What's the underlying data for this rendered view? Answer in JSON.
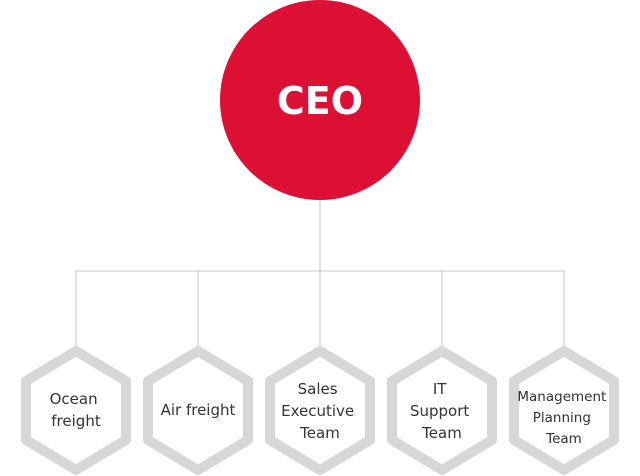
{
  "ceo": {
    "label": "CEO",
    "color": "#dc1034"
  },
  "teams": [
    {
      "id": "ocean-freight",
      "lines": [
        "Ocean",
        "freight"
      ]
    },
    {
      "id": "air-freight",
      "lines": [
        "Air freight"
      ]
    },
    {
      "id": "sales-executive-team",
      "lines": [
        "Sales",
        "Executive",
        "Team"
      ]
    },
    {
      "id": "it-support-team",
      "lines": [
        "IT",
        "Support",
        "Team"
      ]
    },
    {
      "id": "management-planning-team",
      "lines": [
        "Management",
        "Planning",
        "Team"
      ]
    }
  ],
  "colors": {
    "connector": "#c4c4c4",
    "hex_border": "#d7d7d7",
    "text": "#333333"
  }
}
